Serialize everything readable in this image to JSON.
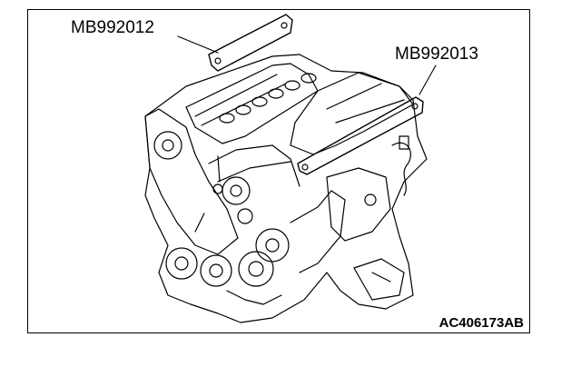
{
  "labels": {
    "tool_left": "MB992012",
    "tool_right": "MB992013"
  },
  "figure_code": "AC406173AB",
  "colors": {
    "line": "#000000",
    "background": "#ffffff"
  }
}
